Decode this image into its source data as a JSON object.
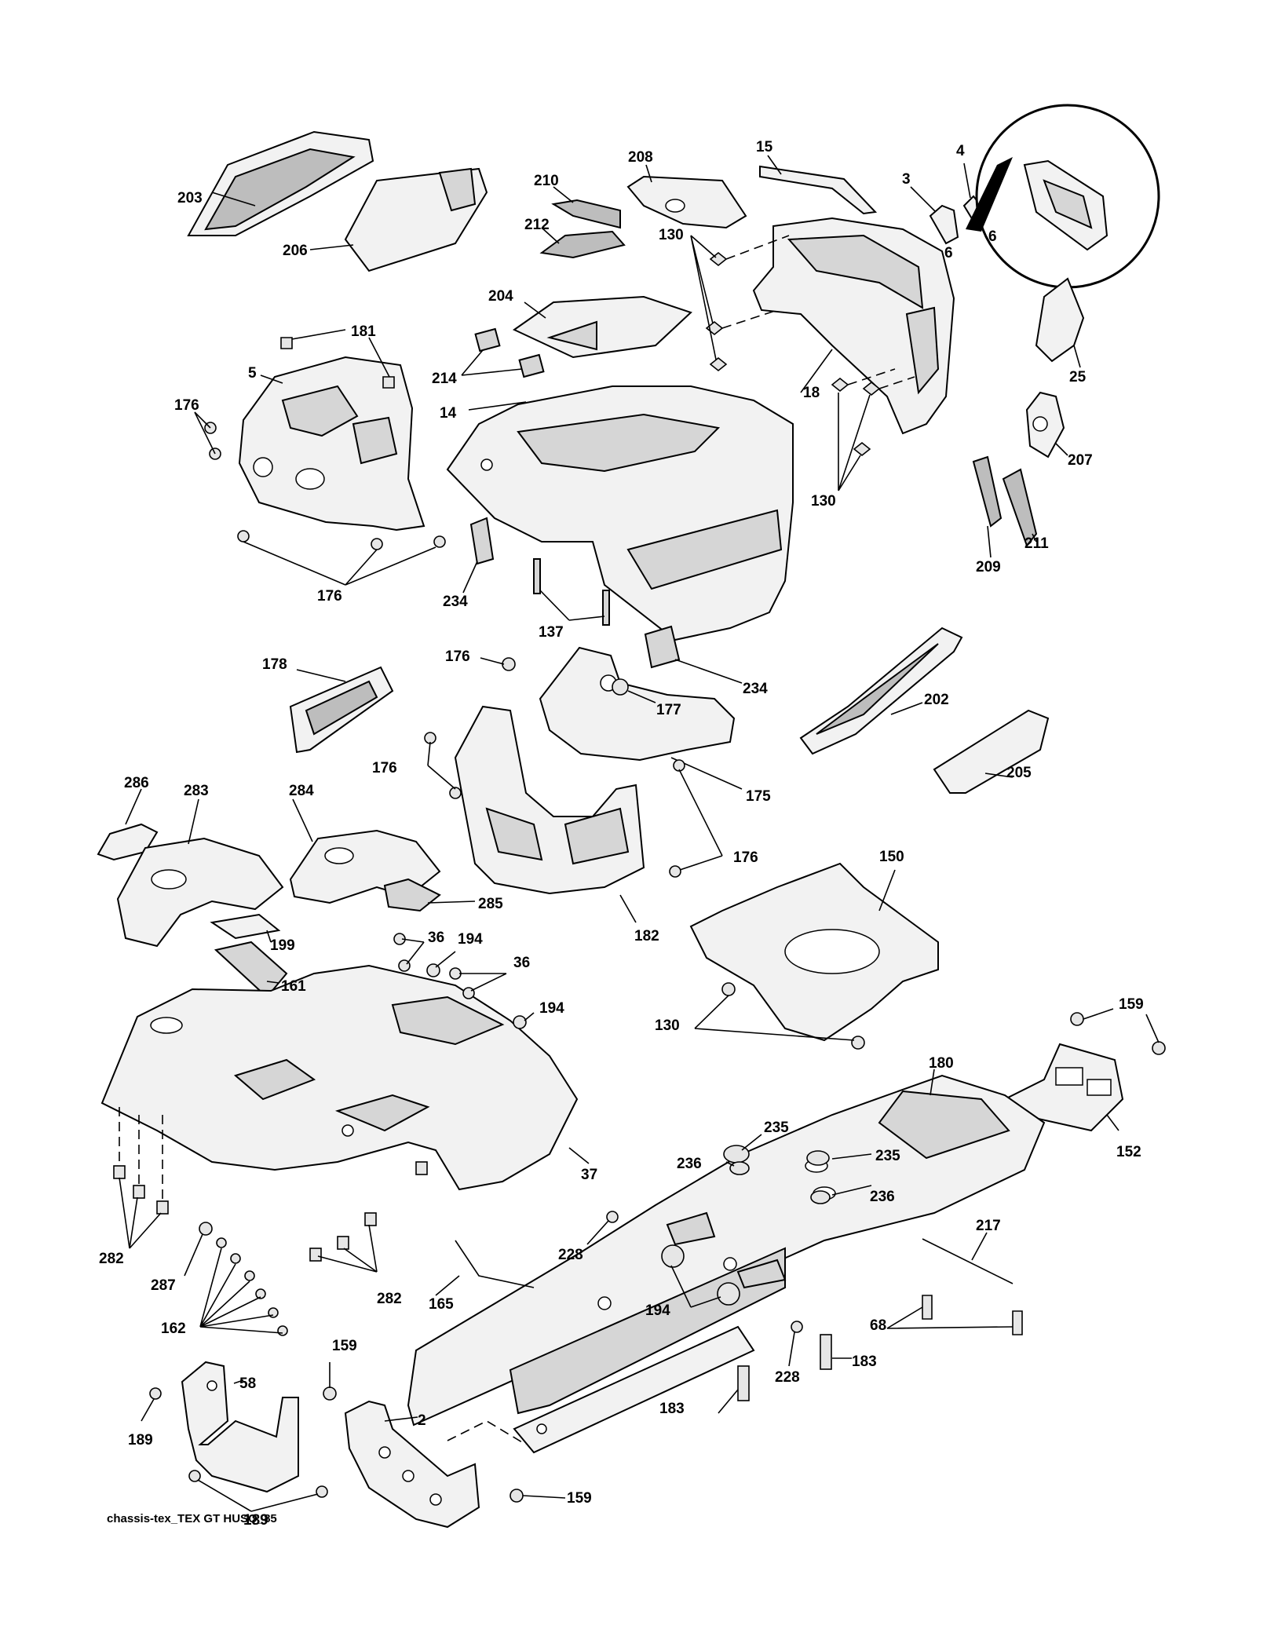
{
  "diagram_id": "chassis-tex_TEX GT HUSQ_85",
  "labels": [
    {
      "id": "l-203",
      "text": "203"
    },
    {
      "id": "l-206",
      "text": "206"
    },
    {
      "id": "l-210",
      "text": "210"
    },
    {
      "id": "l-212",
      "text": "212"
    },
    {
      "id": "l-208",
      "text": "208"
    },
    {
      "id": "l-15",
      "text": "15"
    },
    {
      "id": "l-3",
      "text": "3"
    },
    {
      "id": "l-4",
      "text": "4"
    },
    {
      "id": "l-6a",
      "text": "6"
    },
    {
      "id": "l-6b",
      "text": "6"
    },
    {
      "id": "l-130a",
      "text": "130"
    },
    {
      "id": "l-204",
      "text": "204"
    },
    {
      "id": "l-181",
      "text": "181"
    },
    {
      "id": "l-5",
      "text": "5"
    },
    {
      "id": "l-214",
      "text": "214"
    },
    {
      "id": "l-14",
      "text": "14"
    },
    {
      "id": "l-18",
      "text": "18"
    },
    {
      "id": "l-25",
      "text": "25"
    },
    {
      "id": "l-176a",
      "text": "176"
    },
    {
      "id": "l-207",
      "text": "207"
    },
    {
      "id": "l-130b",
      "text": "130"
    },
    {
      "id": "l-211",
      "text": "211"
    },
    {
      "id": "l-209",
      "text": "209"
    },
    {
      "id": "l-176b",
      "text": "176"
    },
    {
      "id": "l-234a",
      "text": "234"
    },
    {
      "id": "l-137",
      "text": "137"
    },
    {
      "id": "l-178",
      "text": "178"
    },
    {
      "id": "l-176c",
      "text": "176"
    },
    {
      "id": "l-177",
      "text": "177"
    },
    {
      "id": "l-234b",
      "text": "234"
    },
    {
      "id": "l-202",
      "text": "202"
    },
    {
      "id": "l-286",
      "text": "286"
    },
    {
      "id": "l-283",
      "text": "283"
    },
    {
      "id": "l-284",
      "text": "284"
    },
    {
      "id": "l-176d",
      "text": "176"
    },
    {
      "id": "l-175",
      "text": "175"
    },
    {
      "id": "l-205",
      "text": "205"
    },
    {
      "id": "l-176e",
      "text": "176"
    },
    {
      "id": "l-150",
      "text": "150"
    },
    {
      "id": "l-285",
      "text": "285"
    },
    {
      "id": "l-182",
      "text": "182"
    },
    {
      "id": "l-36a",
      "text": "36"
    },
    {
      "id": "l-194a",
      "text": "194"
    },
    {
      "id": "l-199",
      "text": "199"
    },
    {
      "id": "l-36b",
      "text": "36"
    },
    {
      "id": "l-161",
      "text": "161"
    },
    {
      "id": "l-194b",
      "text": "194"
    },
    {
      "id": "l-130c",
      "text": "130"
    },
    {
      "id": "l-159a",
      "text": "159"
    },
    {
      "id": "l-180",
      "text": "180"
    },
    {
      "id": "l-37",
      "text": "37"
    },
    {
      "id": "l-235a",
      "text": "235"
    },
    {
      "id": "l-236a",
      "text": "236"
    },
    {
      "id": "l-235b",
      "text": "235"
    },
    {
      "id": "l-152",
      "text": "152"
    },
    {
      "id": "l-236b",
      "text": "236"
    },
    {
      "id": "l-217",
      "text": "217"
    },
    {
      "id": "l-228a",
      "text": "228"
    },
    {
      "id": "l-282a",
      "text": "282"
    },
    {
      "id": "l-287",
      "text": "287"
    },
    {
      "id": "l-282b",
      "text": "282"
    },
    {
      "id": "l-165",
      "text": "165"
    },
    {
      "id": "l-194c",
      "text": "194"
    },
    {
      "id": "l-68",
      "text": "68"
    },
    {
      "id": "l-162",
      "text": "162"
    },
    {
      "id": "l-159b",
      "text": "159"
    },
    {
      "id": "l-228b",
      "text": "228"
    },
    {
      "id": "l-183a",
      "text": "183"
    },
    {
      "id": "l-58",
      "text": "58"
    },
    {
      "id": "l-2",
      "text": "2"
    },
    {
      "id": "l-183b",
      "text": "183"
    },
    {
      "id": "l-189a",
      "text": "189"
    },
    {
      "id": "l-159c",
      "text": "159"
    },
    {
      "id": "l-189b",
      "text": "189"
    }
  ]
}
